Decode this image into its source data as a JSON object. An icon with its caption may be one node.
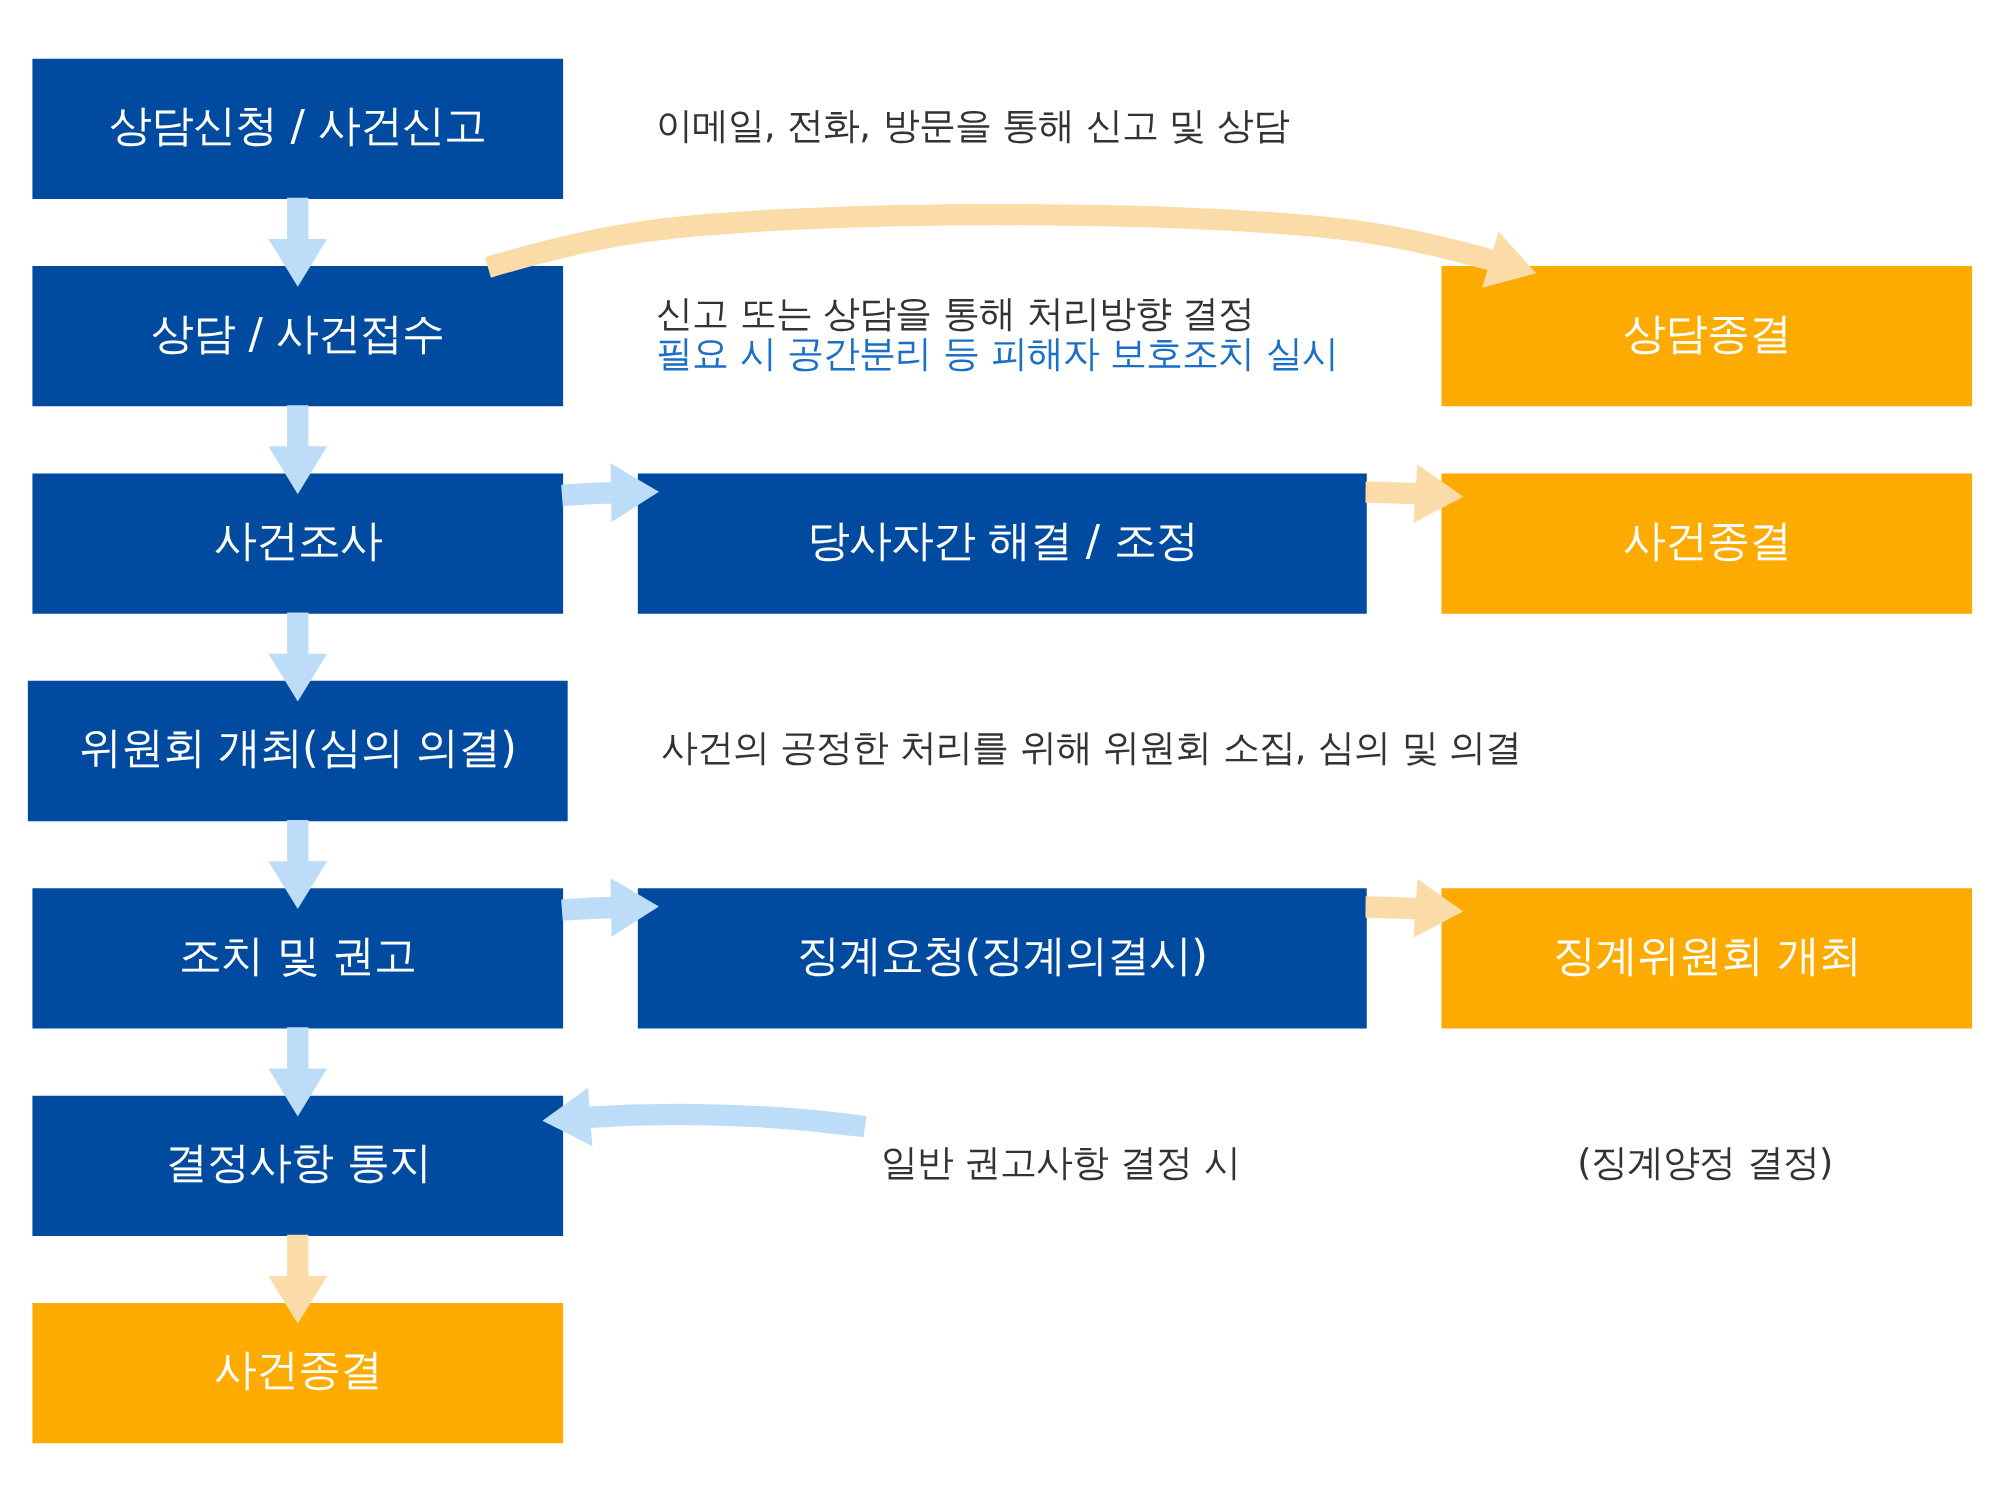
{
  "diagram": {
    "nodes": [
      {
        "text": [
          "상담신청 / 사건신고"
        ],
        "beside": [
          "이메일, 전화, 방문을 통해 신고 및 상담"
        ]
      },
      {
        "text": [
          "상담 / 사건접수"
        ],
        "beside": [
          "신고 또는 상담을 통해 처리방향 결정",
          "필요 시 공간분리 등 피해자 보호조치 실시"
        ]
      },
      {
        "text": [
          "상담종결"
        ]
      },
      {
        "text": [
          "사건조사"
        ]
      },
      {
        "text": [
          "당사자간 해결 / 조정"
        ]
      },
      {
        "text": [
          "사건종결"
        ]
      },
      {
        "text": [
          "위원회 개최(심의 의결)"
        ],
        "beside": [
          "사건의 공정한 처리를 위해 위원회 소집, 심의 및 의결"
        ]
      },
      {
        "text": [
          "조치 및 권고"
        ]
      },
      {
        "text": [
          "징계요청(징계의결시)"
        ]
      },
      {
        "text": [
          "징계위원회 개최"
        ],
        "beside": [
          "(징계양정 결정)"
        ]
      },
      {
        "text": [
          "결정사항 통지"
        ]
      },
      {
        "text": [
          "일반 권고사항 결정 시"
        ]
      },
      {
        "text": [
          "사건종결"
        ]
      }
    ],
    "edges": [
      {
        "from": 0,
        "to": 1,
        "arrow": "to"
      },
      {
        "from": 1,
        "to": 2,
        "arrow": "to",
        "color": "#fbdba7"
      },
      {
        "from": 1,
        "to": 3,
        "arrow": "to"
      },
      {
        "from": 3,
        "to": 4,
        "arrow": "to"
      },
      {
        "from": 4,
        "to": 5,
        "arrow": "to",
        "color": "#fbdba7"
      },
      {
        "from": 3,
        "to": 6,
        "arrow": "to"
      },
      {
        "from": 6,
        "to": 7,
        "arrow": "to"
      },
      {
        "from": 7,
        "to": 8,
        "arrow": "to"
      },
      {
        "from": 8,
        "to": 9,
        "arrow": "to",
        "color": "#fbdba7"
      },
      {
        "from": 7,
        "to": 10,
        "arrow": "to"
      },
      {
        "from": 11,
        "to": 10,
        "arrow": "to"
      },
      {
        "from": 10,
        "to": 12,
        "arrow": "to",
        "color": "#fbdba7"
      }
    ]
  }
}
